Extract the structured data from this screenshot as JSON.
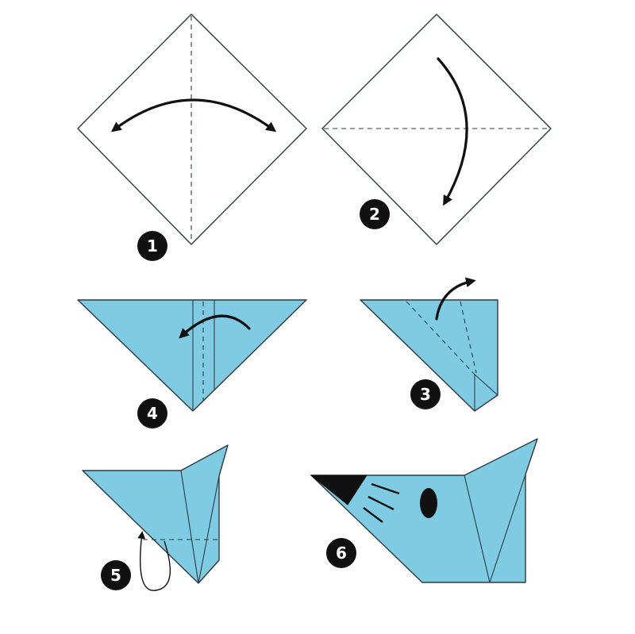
{
  "steps": [
    {
      "number": "1"
    },
    {
      "number": "2"
    },
    {
      "number": "3"
    },
    {
      "number": "4"
    },
    {
      "number": "5"
    },
    {
      "number": "6"
    }
  ],
  "colors": {
    "paper": "#7ecbe3",
    "outline": "#2d3b40",
    "badge": "#111111",
    "nose": "#111111"
  },
  "icons": [
    "fold-arrow-icon",
    "step-badge-icon"
  ]
}
